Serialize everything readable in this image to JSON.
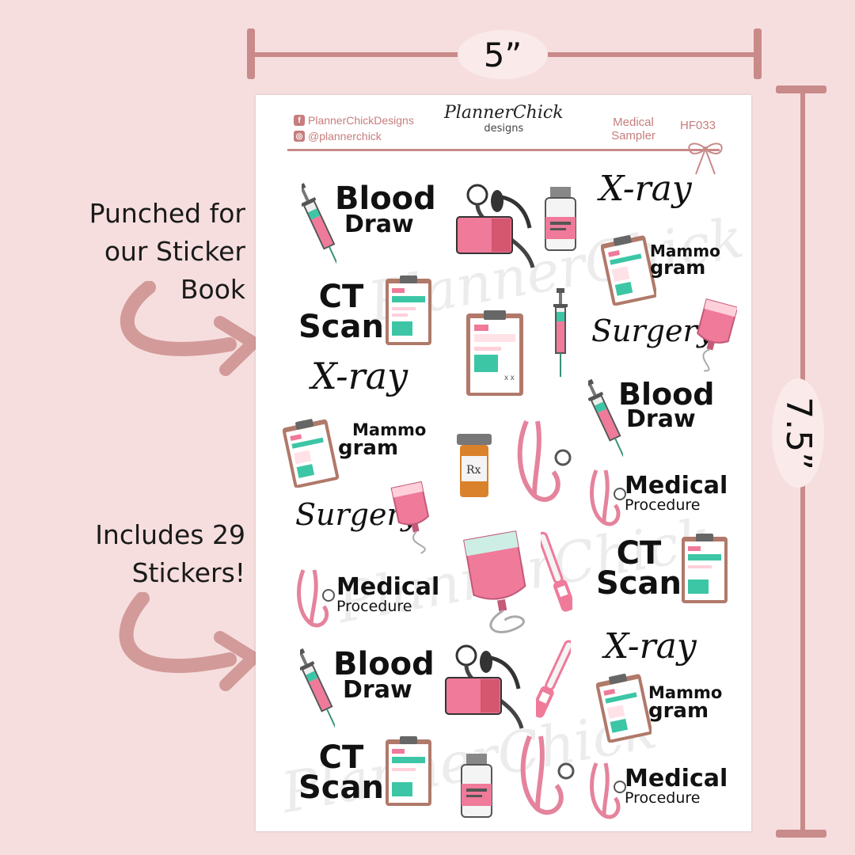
{
  "dimensions": {
    "width_label": "5”",
    "height_label": "7.5”"
  },
  "callouts": {
    "punched": [
      "Punched for",
      "our Sticker",
      "Book"
    ],
    "includes": [
      "Includes 29",
      "Stickers!"
    ]
  },
  "sheet_header": {
    "facebook": "PlannerChickDesigns",
    "instagram": "@plannerchick",
    "brand_name": "PlannerChick",
    "brand_sub": "designs",
    "title_line1": "Medical",
    "title_line2": "Sampler",
    "code": "HF033"
  },
  "stickers": {
    "blood": [
      "Blood",
      "Draw"
    ],
    "xray": "X-ray",
    "mammo": [
      "Mammo",
      "gram"
    ],
    "ct": [
      "CT",
      "Scan"
    ],
    "surgery": "Surgery",
    "medical": [
      "Medical",
      "Procedure"
    ],
    "rx": "Rx"
  },
  "watermark": "PlannerChick",
  "colors": {
    "background": "#f6dede",
    "accent": "#c98a8a",
    "pink": "#ef7a9a",
    "teal": "#3cc6a5"
  }
}
